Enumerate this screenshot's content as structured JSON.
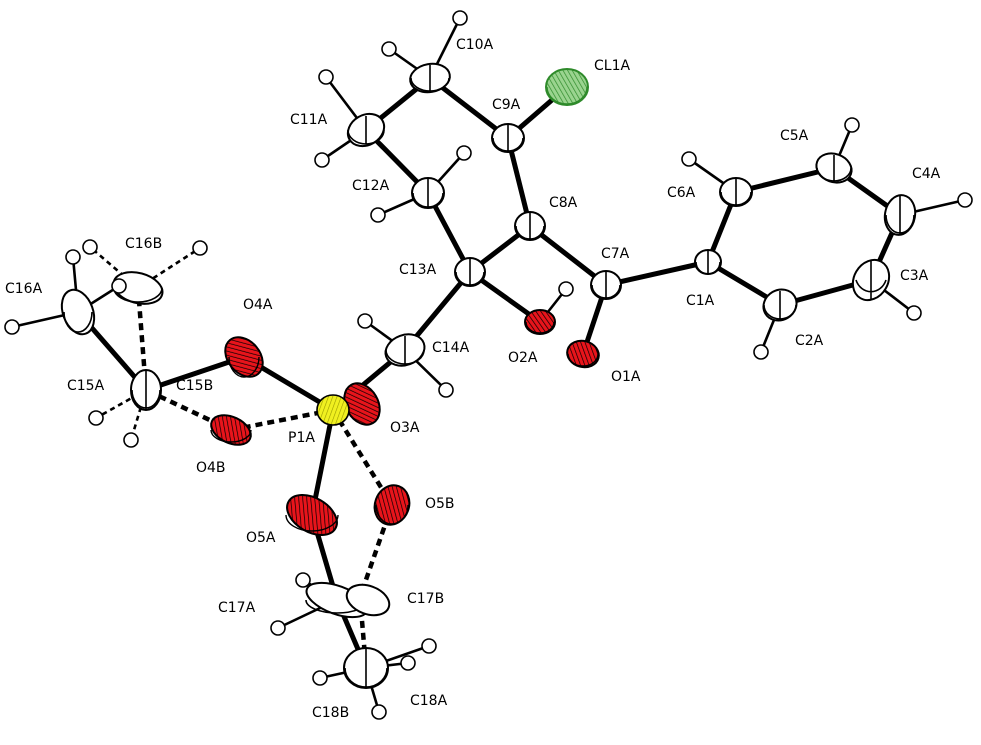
{
  "colors": {
    "carbon": "#ffffff",
    "oxygen": "#e8141b",
    "phosphorus": "#f0f020",
    "chlorine": "#3fb83a",
    "hydrogen": "#ffffff",
    "outline": "#000000"
  },
  "atoms": [
    {
      "id": "C1A",
      "label": "C1A",
      "element": "C"
    },
    {
      "id": "C2A",
      "label": "C2A",
      "element": "C"
    },
    {
      "id": "C3A",
      "label": "C3A",
      "element": "C"
    },
    {
      "id": "C4A",
      "label": "C4A",
      "element": "C"
    },
    {
      "id": "C5A",
      "label": "C5A",
      "element": "C"
    },
    {
      "id": "C6A",
      "label": "C6A",
      "element": "C"
    },
    {
      "id": "C7A",
      "label": "C7A",
      "element": "C"
    },
    {
      "id": "C8A",
      "label": "C8A",
      "element": "C"
    },
    {
      "id": "C9A",
      "label": "C9A",
      "element": "C"
    },
    {
      "id": "C10A",
      "label": "C10A",
      "element": "C"
    },
    {
      "id": "C11A",
      "label": "C11A",
      "element": "C"
    },
    {
      "id": "C12A",
      "label": "C12A",
      "element": "C"
    },
    {
      "id": "C13A",
      "label": "C13A",
      "element": "C"
    },
    {
      "id": "C14A",
      "label": "C14A",
      "element": "C"
    },
    {
      "id": "CL1A",
      "label": "CL1A",
      "element": "Cl"
    },
    {
      "id": "O1A",
      "label": "O1A",
      "element": "O"
    },
    {
      "id": "O2A",
      "label": "O2A",
      "element": "O"
    },
    {
      "id": "O3A",
      "label": "O3A",
      "element": "O"
    },
    {
      "id": "O4A",
      "label": "O4A",
      "element": "O"
    },
    {
      "id": "O4B",
      "label": "O4B",
      "element": "O"
    },
    {
      "id": "O5A",
      "label": "O5A",
      "element": "O"
    },
    {
      "id": "O5B",
      "label": "O5B",
      "element": "O"
    },
    {
      "id": "P1A",
      "label": "P1A",
      "element": "P"
    },
    {
      "id": "C15A",
      "label": "C15A",
      "element": "C"
    },
    {
      "id": "C15B",
      "label": "C15B",
      "element": "C"
    },
    {
      "id": "C16A",
      "label": "C16A",
      "element": "C"
    },
    {
      "id": "C16B",
      "label": "C16B",
      "element": "C"
    },
    {
      "id": "C17A",
      "label": "C17A",
      "element": "C"
    },
    {
      "id": "C17B",
      "label": "C17B",
      "element": "C"
    },
    {
      "id": "C18A",
      "label": "C18A",
      "element": "C"
    },
    {
      "id": "C18B",
      "label": "C18B",
      "element": "C"
    }
  ]
}
